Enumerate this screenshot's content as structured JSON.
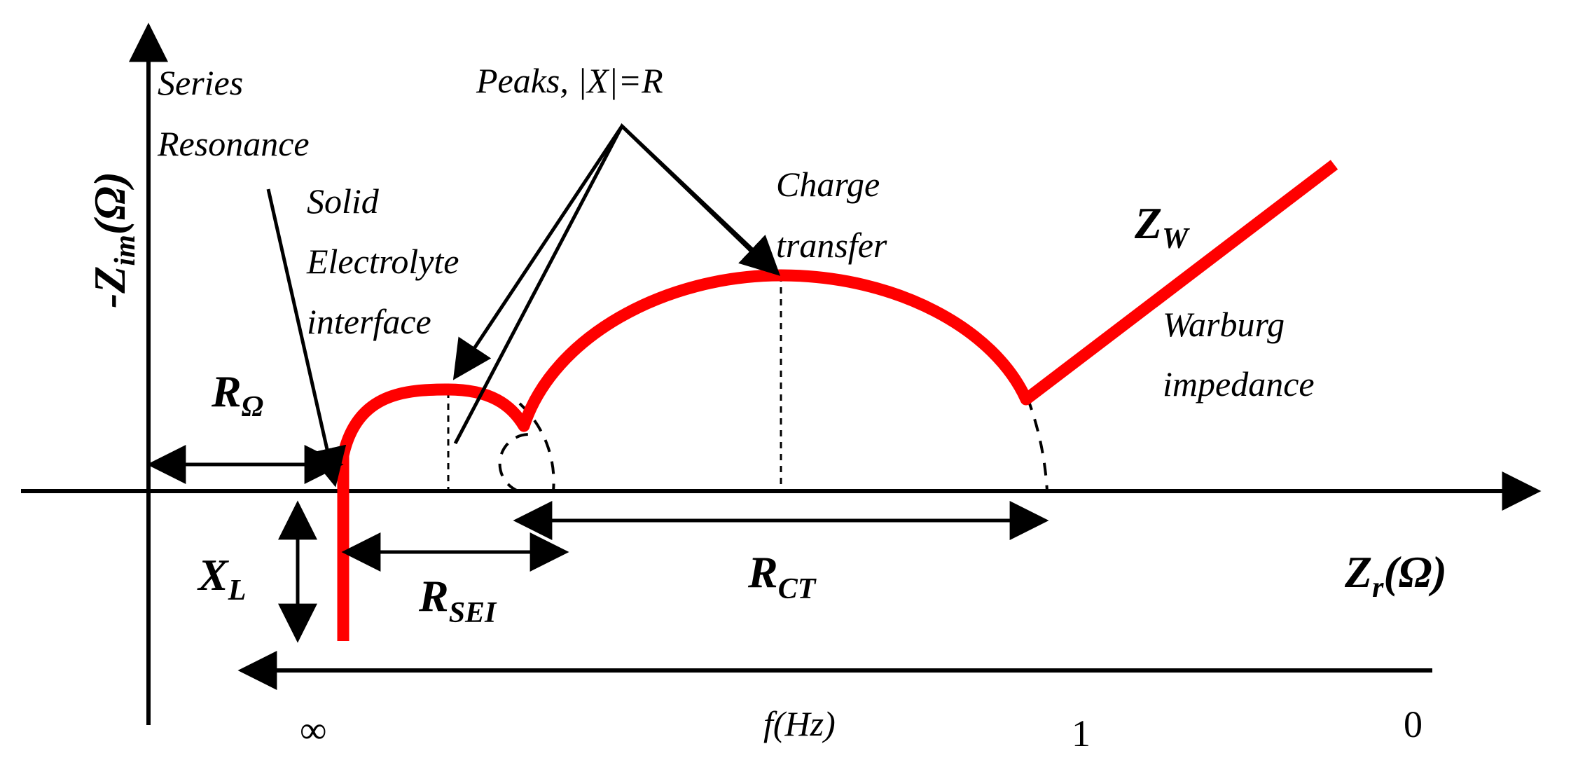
{
  "colors": {
    "curve": "#ff0000",
    "ink": "#000000",
    "background": "#ffffff"
  },
  "axes": {
    "y_label": "-Z",
    "y_label_sub": "im",
    "y_label_unit": "(Ω)",
    "x_label": "Z",
    "x_label_sub": "r",
    "x_label_unit": "(Ω)"
  },
  "annotations": {
    "series_resonance": [
      "Series",
      "Resonance"
    ],
    "sei": [
      "Solid",
      "Electrolyte",
      "interface"
    ],
    "peaks": "Peaks, |X|=R",
    "charge_transfer": [
      "Charge",
      "transfer"
    ],
    "warburg": [
      "Warburg",
      "impedance"
    ],
    "zw": "Z",
    "zw_sub": "W"
  },
  "resistances": {
    "r_omega": "R",
    "r_omega_sub": "Ω",
    "r_sei": "R",
    "r_sei_sub": "SEI",
    "r_ct": "R",
    "r_ct_sub": "CT",
    "x_l": "X",
    "x_l_sub": "L"
  },
  "frequency": {
    "label": "f(Hz)",
    "marks": [
      "∞",
      "1",
      "0"
    ]
  }
}
